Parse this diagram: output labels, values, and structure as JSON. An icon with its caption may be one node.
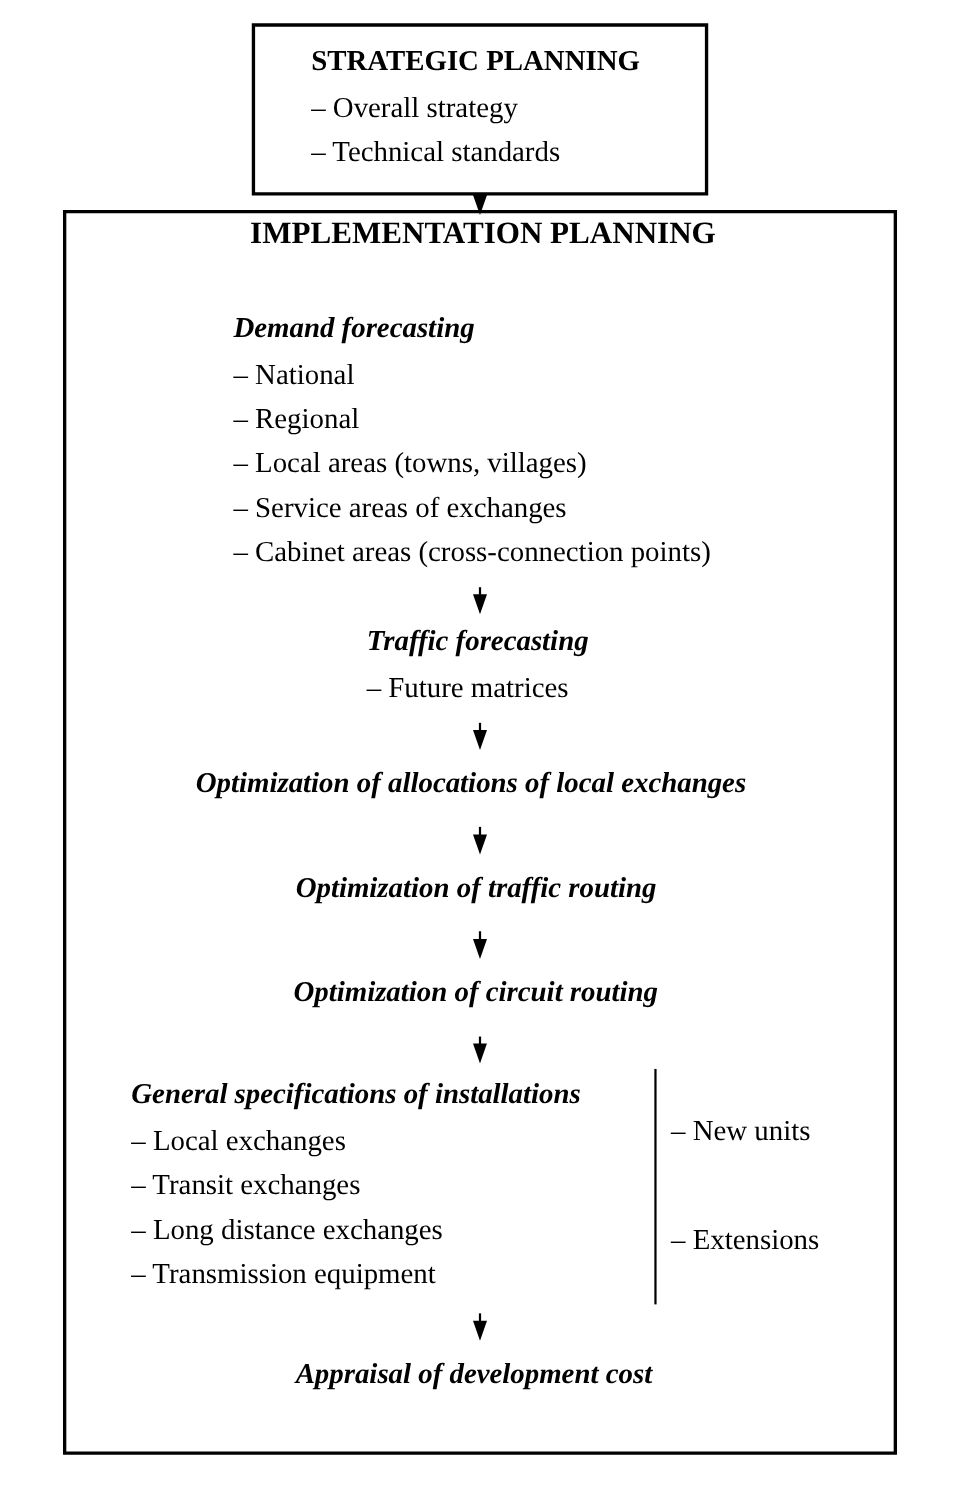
{
  "diagram": {
    "nodes": [
      {
        "text": [
          "STRATEGIC PLANNING",
          "– Overall strategy",
          "– Technical standards"
        ]
      },
      {
        "text": [
          "IMPLEMENTATION PLANNING"
        ]
      },
      {
        "text": [
          "Demand forecasting",
          "– National",
          "– Regional",
          "– Local areas (towns, villages)",
          "– Service areas of exchanges",
          "– Cabinet areas (cross-connection points)"
        ],
        "in": 1
      },
      {
        "text": [
          "Traffic forecasting",
          "– Future matrices"
        ],
        "in": 1
      },
      {
        "text": [
          "Optimization of allocations of local exchanges"
        ],
        "in": 1
      },
      {
        "text": [
          "Optimization of traffic routing"
        ],
        "in": 1
      },
      {
        "text": [
          "Optimization of circuit routing"
        ],
        "in": 1
      },
      {
        "text": [
          "General specifications of installations",
          "– Local exchanges",
          "– Transit exchanges",
          "– Long distance exchanges",
          "– Transmission equipment",
          "– New units",
          "– Extensions"
        ],
        "in": 1
      },
      {
        "text": [
          "Appraisal of development cost"
        ],
        "in": 1
      }
    ],
    "edges": [
      {
        "from": 0,
        "to": 1,
        "arrow": "to"
      },
      {
        "from": 2,
        "to": 3,
        "arrow": "to"
      },
      {
        "from": 3,
        "to": 4,
        "arrow": "to"
      },
      {
        "from": 4,
        "to": 5,
        "arrow": "to"
      },
      {
        "from": 5,
        "to": 6,
        "arrow": "to"
      },
      {
        "from": 6,
        "to": 7,
        "arrow": "to"
      },
      {
        "from": 7,
        "to": 8,
        "arrow": "to"
      }
    ]
  }
}
